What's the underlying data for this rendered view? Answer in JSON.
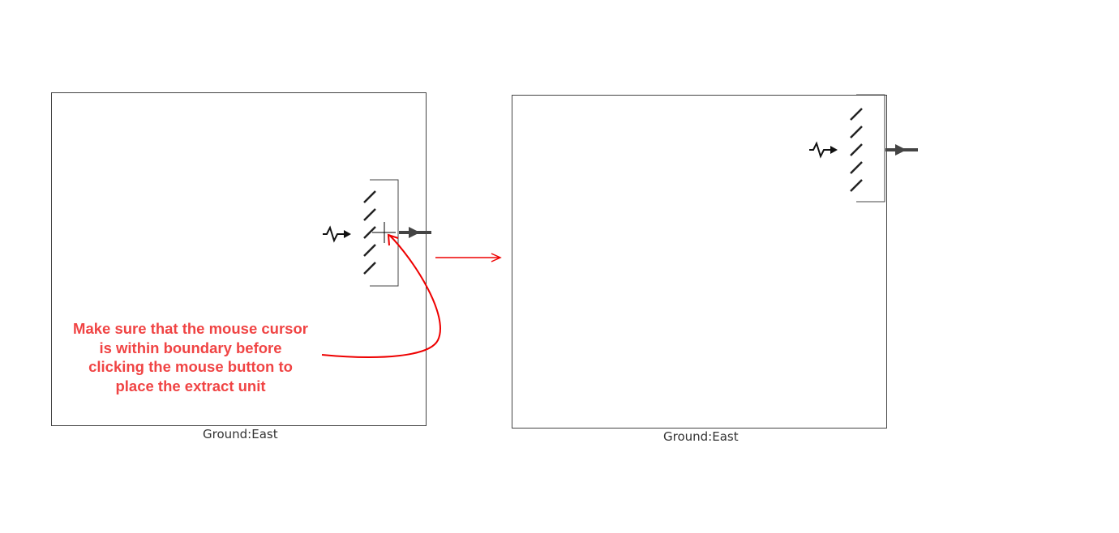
{
  "left_panel": {
    "label": "Ground:East"
  },
  "right_panel": {
    "label": "Ground:East"
  },
  "annotation": {
    "lines": [
      "Make sure that the mouse cursor",
      "is within boundary before",
      "clicking the mouse button to",
      "place the extract unit"
    ],
    "color": "#f04444"
  }
}
